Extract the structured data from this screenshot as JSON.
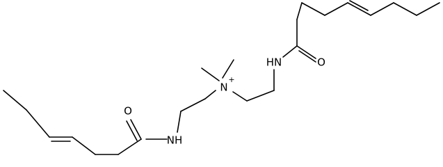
{
  "molecule": {
    "atoms": {
      "nh_right": "HN",
      "o_right": "O",
      "n_center": "N",
      "n_charge": "+",
      "o_left": "O",
      "nh_left": "NH"
    }
  }
}
